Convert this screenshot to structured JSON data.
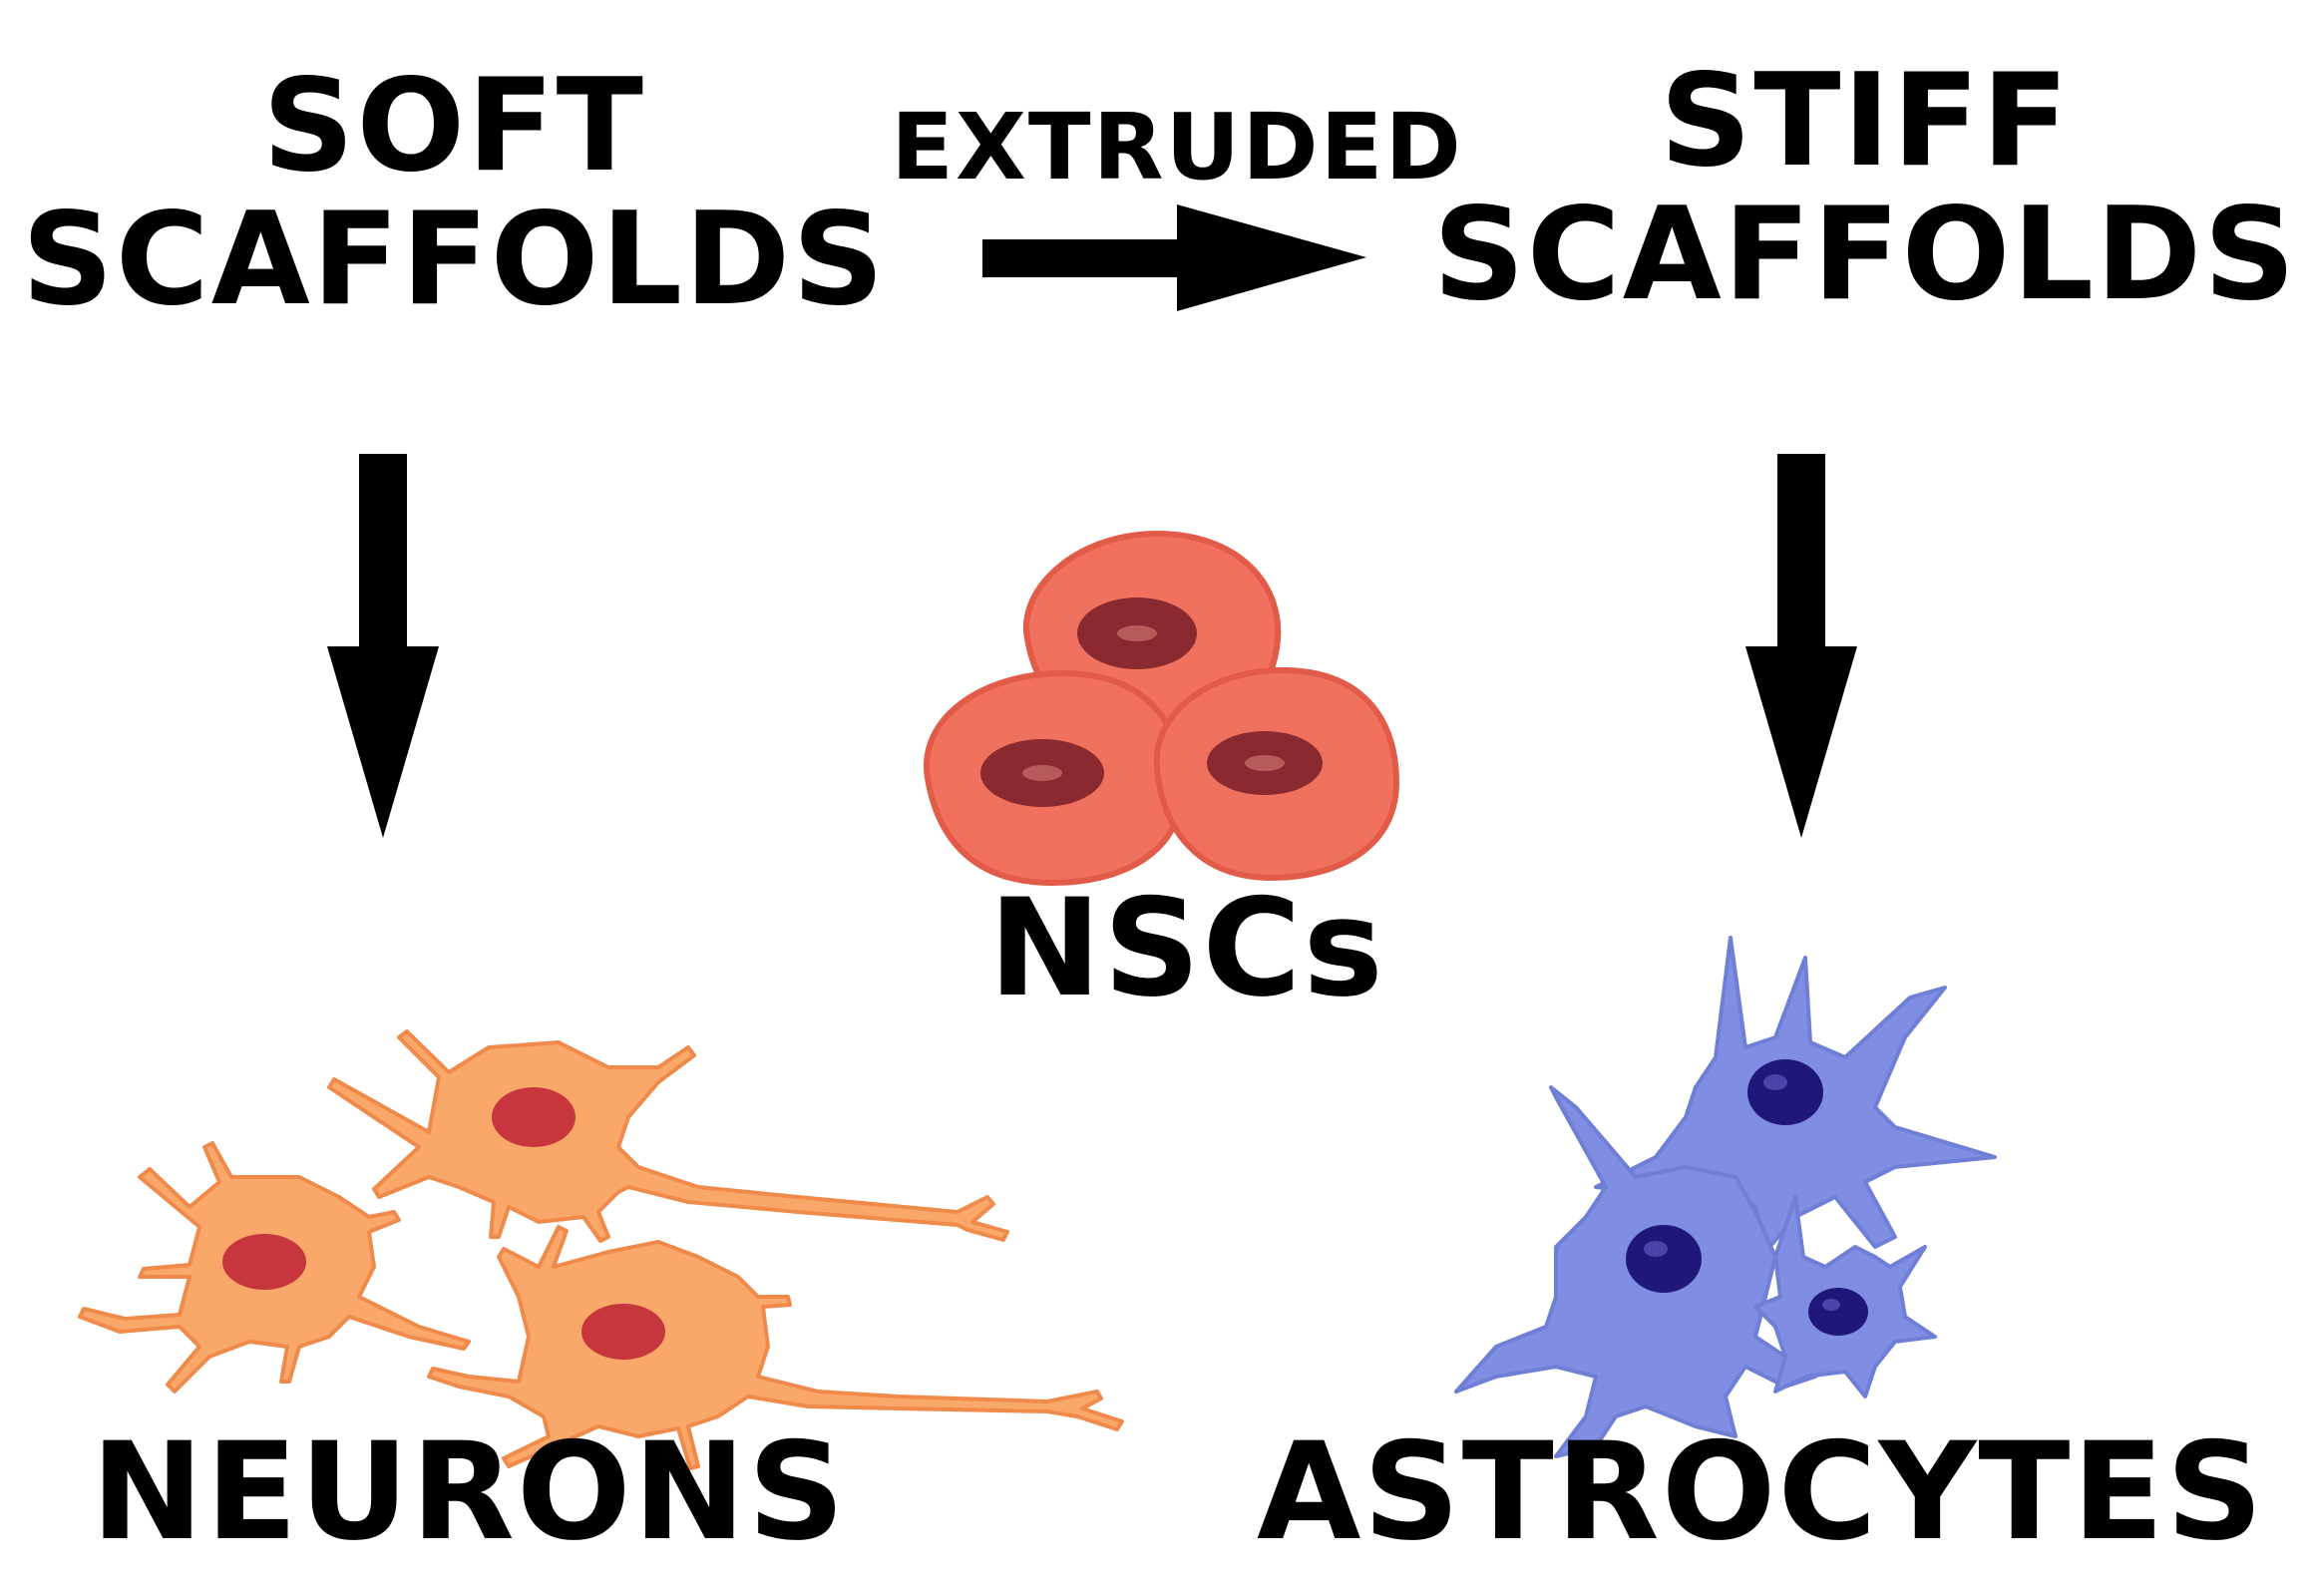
{
  "labels": {
    "soft_line1": "SOFT",
    "soft_line2": "SCAFFOLDS",
    "extruded": "EXTRUDED",
    "stiff_line1": "STIFF",
    "stiff_line2": "SCAFFOLDS",
    "nscs": "NSCs",
    "neurons": "NEURONS",
    "astrocytes": "ASTROCYTES"
  },
  "colors": {
    "nsc_body": "#f0715e",
    "nsc_nucleus": "#8a2a30",
    "neuron_body": "#f9a86a",
    "neuron_nucleus": "#c7363d",
    "astrocyte_body": "#7f8ee3",
    "astrocyte_nucleus": "#1f177a",
    "arrow": "#000000"
  }
}
